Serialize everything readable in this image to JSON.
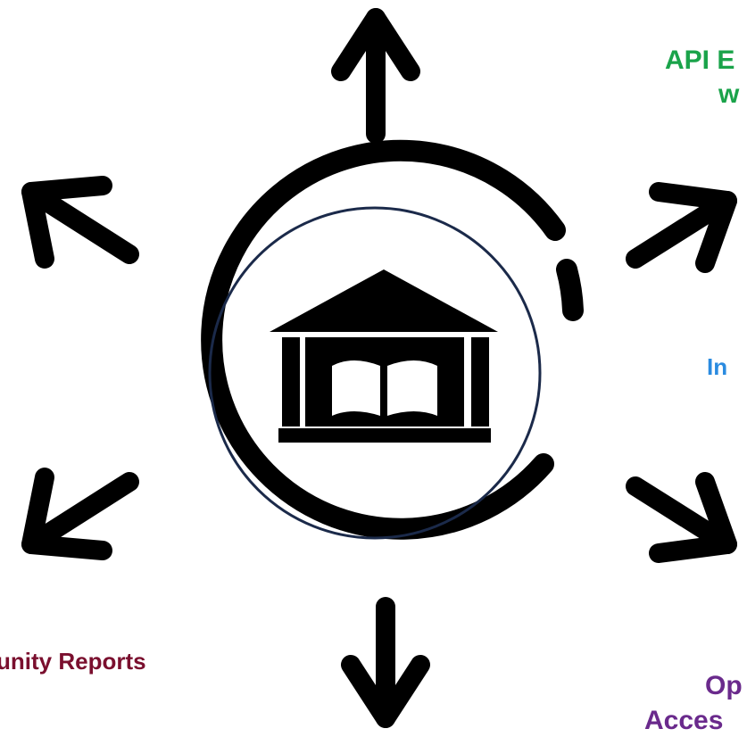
{
  "colors": {
    "icon": "#000000",
    "inner_circle": "#1b2a4a",
    "label_api": "#1aa34a",
    "label_in": "#2a8be0",
    "label_community": "#7a0f2e",
    "label_open": "#6a2a8c"
  },
  "icons": {
    "center": "library-building-with-open-book-icon",
    "arrows": [
      "arrow-up-icon",
      "arrow-up-right-icon",
      "arrow-down-right-icon",
      "arrow-down-icon",
      "arrow-down-left-icon",
      "arrow-up-left-icon"
    ]
  },
  "labels": {
    "api_line1": "API E",
    "api_line2": "w",
    "integration": "In",
    "community_reports": "unity Reports",
    "open_line1": "Op",
    "open_line2": "Acces"
  }
}
